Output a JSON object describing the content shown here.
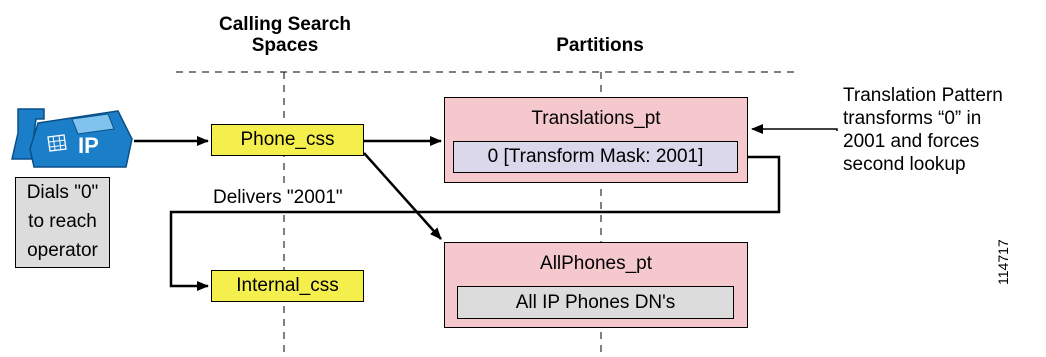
{
  "headers": {
    "css_line1": "Calling Search",
    "css_line2": "Spaces",
    "partitions": "Partitions"
  },
  "phone": {
    "icon": "ip-phone-icon",
    "badge": "IP",
    "caption_lines": [
      "Dials \"0\"",
      "to reach",
      "operator"
    ]
  },
  "calling_search_spaces": [
    {
      "label": "Phone_css"
    },
    {
      "label": "Internal_css"
    }
  ],
  "partitions": [
    {
      "title": "Translations_pt",
      "entry": "0 [Transform Mask: 2001]"
    },
    {
      "title": "AllPhones_pt",
      "entry": "All IP Phones DN's"
    }
  ],
  "delivers_label": "Delivers \"2001\"",
  "note_lines": [
    "Translation Pattern",
    "transforms “0” in",
    "2001 and forces",
    "second lookup"
  ],
  "figure_id": "114717",
  "colors": {
    "phone_blue": "#1b7ec8",
    "css_yellow": "#f5ef4e",
    "partition_pink": "#f5c8ce",
    "entry_lavender": "#dcd8ec",
    "entry_grey": "#dcdcdc"
  }
}
